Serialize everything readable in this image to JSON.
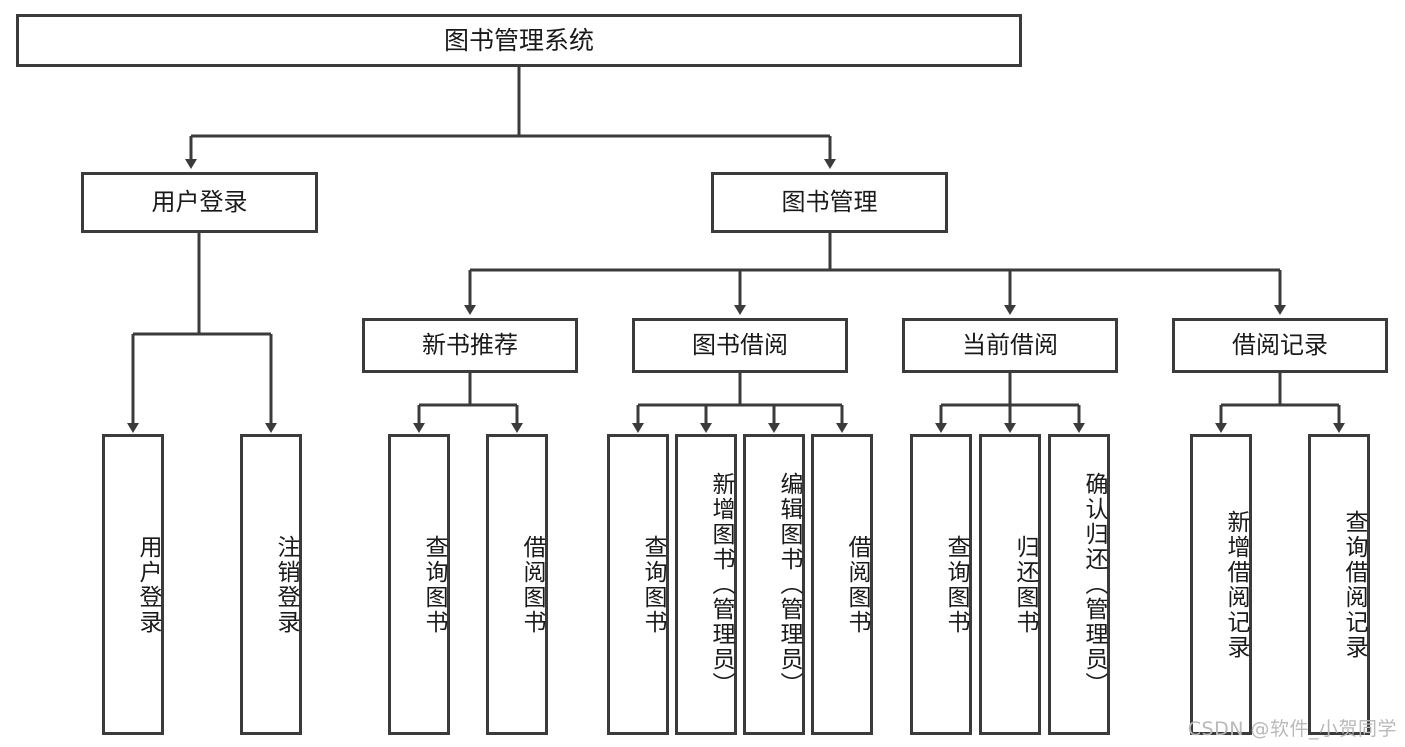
{
  "diagram": {
    "title": "图书管理系统",
    "type": "tree-hierarchy",
    "root": {
      "label": "图书管理系统"
    },
    "level1": [
      {
        "label": "用户登录"
      },
      {
        "label": "图书管理"
      }
    ],
    "level2": [
      {
        "label": "新书推荐"
      },
      {
        "label": "图书借阅"
      },
      {
        "label": "当前借阅"
      },
      {
        "label": "借阅记录"
      }
    ],
    "leaves": {
      "user_login": [
        {
          "label": "用户登录"
        },
        {
          "label": "注销登录"
        }
      ],
      "new_book_recommend": [
        {
          "label": "查询图书"
        },
        {
          "label": "借阅图书"
        }
      ],
      "book_borrow": [
        {
          "label": "查询图书"
        },
        {
          "label": "新增图书（管理员）"
        },
        {
          "label": "编辑图书（管理员）"
        },
        {
          "label": "借阅图书"
        }
      ],
      "current_borrow": [
        {
          "label": "查询图书"
        },
        {
          "label": "归还图书"
        },
        {
          "label": "确认归还（管理员）"
        }
      ],
      "borrow_record": [
        {
          "label": "新增借阅记录"
        },
        {
          "label": "查询借阅记录"
        }
      ]
    }
  },
  "watermark": {
    "text": "CSDN @软件_小贺同学"
  },
  "colors": {
    "stroke": "#3b3b3b",
    "background": "#ffffff",
    "text": "#1a1a1a",
    "watermark": "#b9b9b9"
  }
}
